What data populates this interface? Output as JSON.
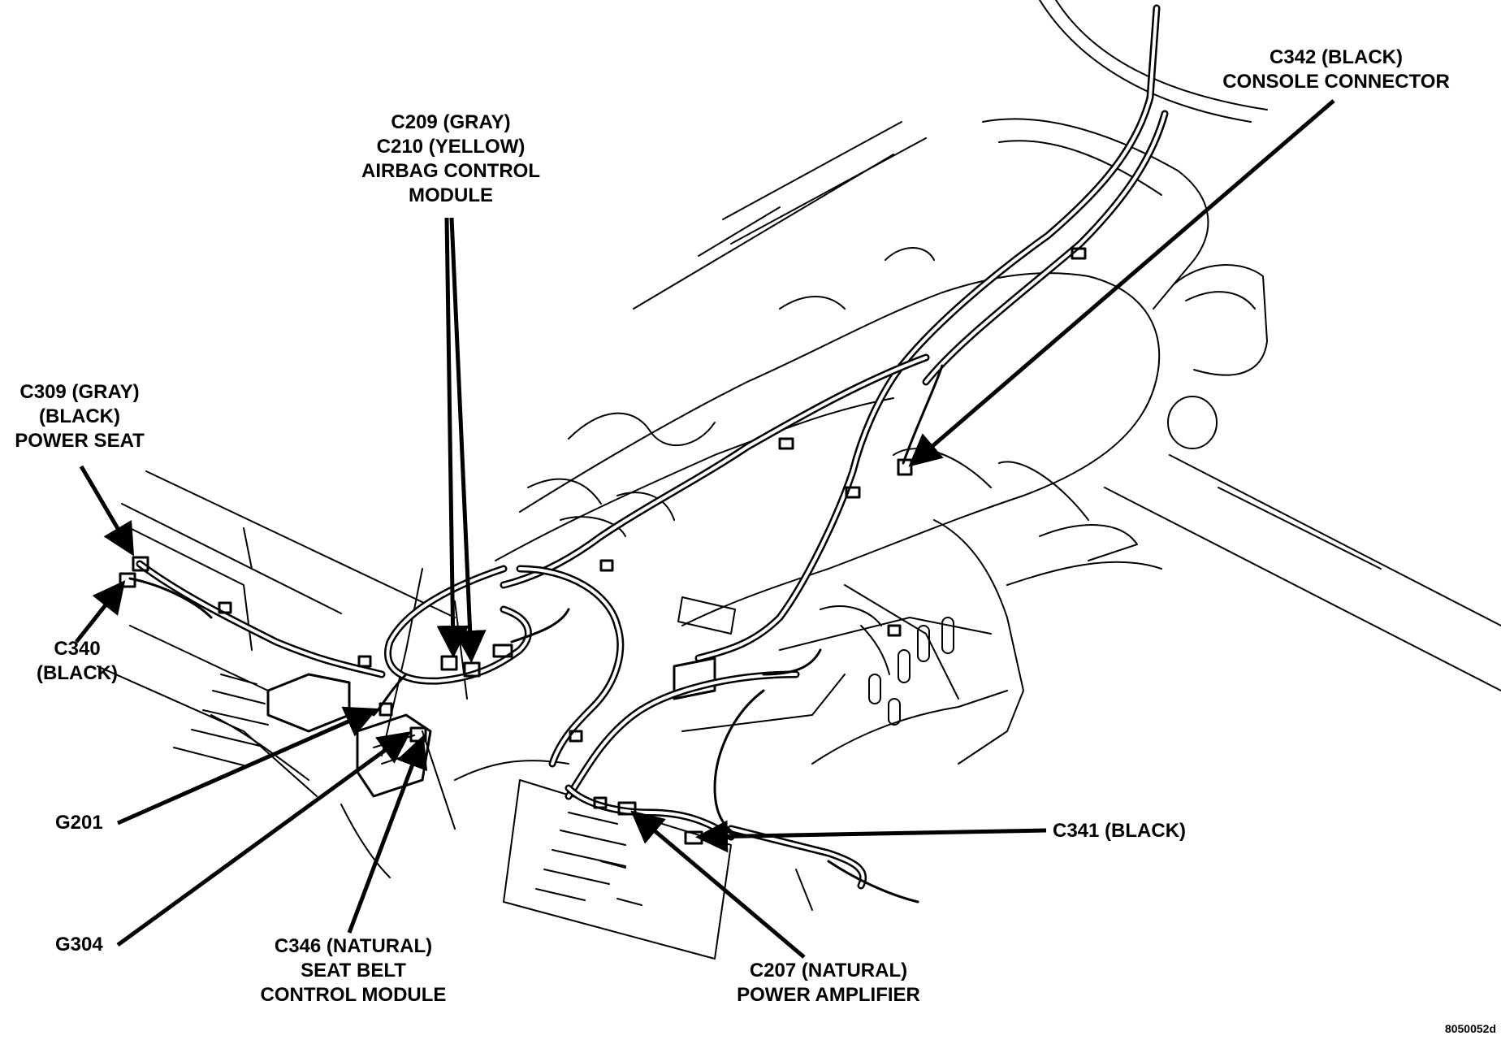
{
  "callouts": {
    "c342": [
      "C342 (BLACK)",
      "CONSOLE CONNECTOR"
    ],
    "c209": [
      "C209 (GRAY)",
      "C210 (YELLOW)",
      "AIRBAG CONTROL",
      "MODULE"
    ],
    "c309": [
      "C309 (GRAY)",
      "(BLACK)",
      "POWER SEAT"
    ],
    "c340": [
      "C340",
      "(BLACK)"
    ],
    "g201": "G201",
    "g304": "G304",
    "c346": [
      "C346 (NATURAL)",
      "SEAT BELT",
      "CONTROL MODULE"
    ],
    "c207": [
      "C207 (NATURAL)",
      "POWER AMPLIFIER"
    ],
    "c341": "C341 (BLACK)"
  },
  "figure_id": "8050052d",
  "colors": {
    "ink": "#000000",
    "paper": "#ffffff"
  }
}
